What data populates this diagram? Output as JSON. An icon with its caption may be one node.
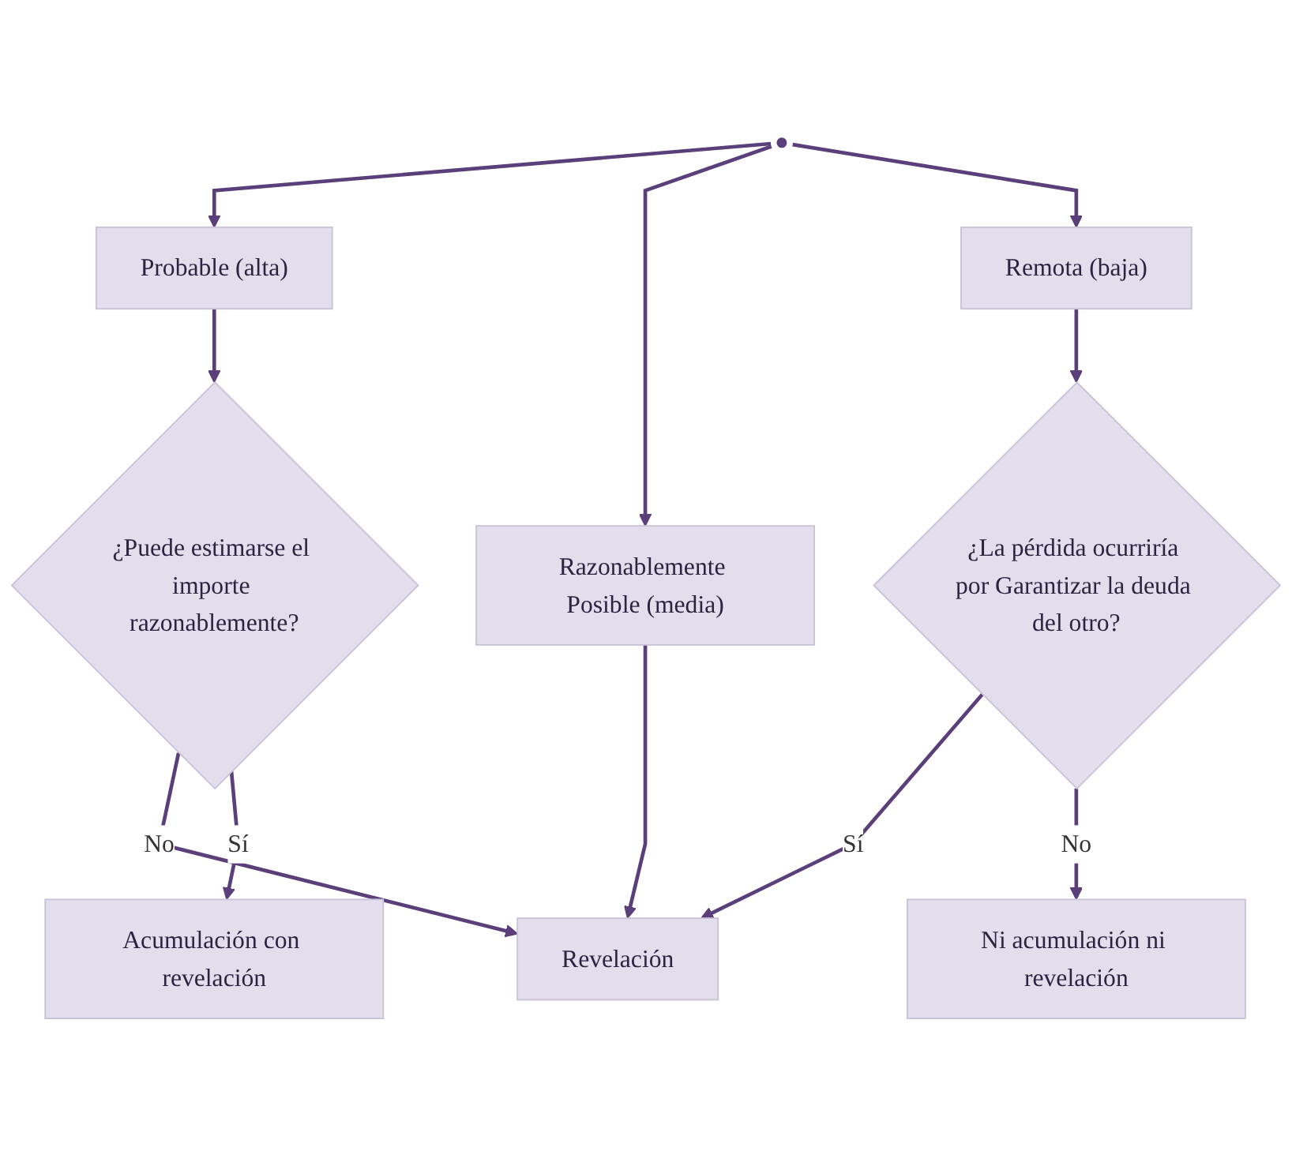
{
  "diagram": {
    "nodes": [
      {
        "text": [
          "Probable (alta)"
        ]
      },
      {
        "text": [
          "Razonablemente Posible (media)"
        ]
      },
      {
        "text": [
          "Remota (baja)"
        ]
      },
      {
        "text": [
          "¿Puede estimarse el importe razonablemente?"
        ]
      },
      {
        "text": [
          "¿La pérdida ocurriría por Garantizar la deuda del otro?"
        ]
      },
      {
        "text": [
          "Acumulación con revelación"
        ]
      },
      {
        "text": [
          "Revelación"
        ]
      },
      {
        "text": [
          "Ni acumulación ni revelación"
        ]
      }
    ],
    "edges": [
      {
        "from": null,
        "to": 0,
        "arrow": "to"
      },
      {
        "from": null,
        "to": 1,
        "arrow": "to"
      },
      {
        "from": null,
        "to": 2,
        "arrow": "to"
      },
      {
        "from": 0,
        "to": 3,
        "arrow": "to"
      },
      {
        "from": 2,
        "to": 4,
        "arrow": "to"
      },
      {
        "from": 3,
        "to": 6,
        "label": "No",
        "arrow": "to"
      },
      {
        "from": 1,
        "to": 6,
        "arrow": "to"
      },
      {
        "from": 4,
        "to": 6,
        "label": "Sí",
        "arrow": "to"
      },
      {
        "from": 3,
        "to": 5,
        "label": "Sí",
        "arrow": "to"
      },
      {
        "from": 4,
        "to": 7,
        "label": "No",
        "arrow": "to"
      }
    ]
  }
}
